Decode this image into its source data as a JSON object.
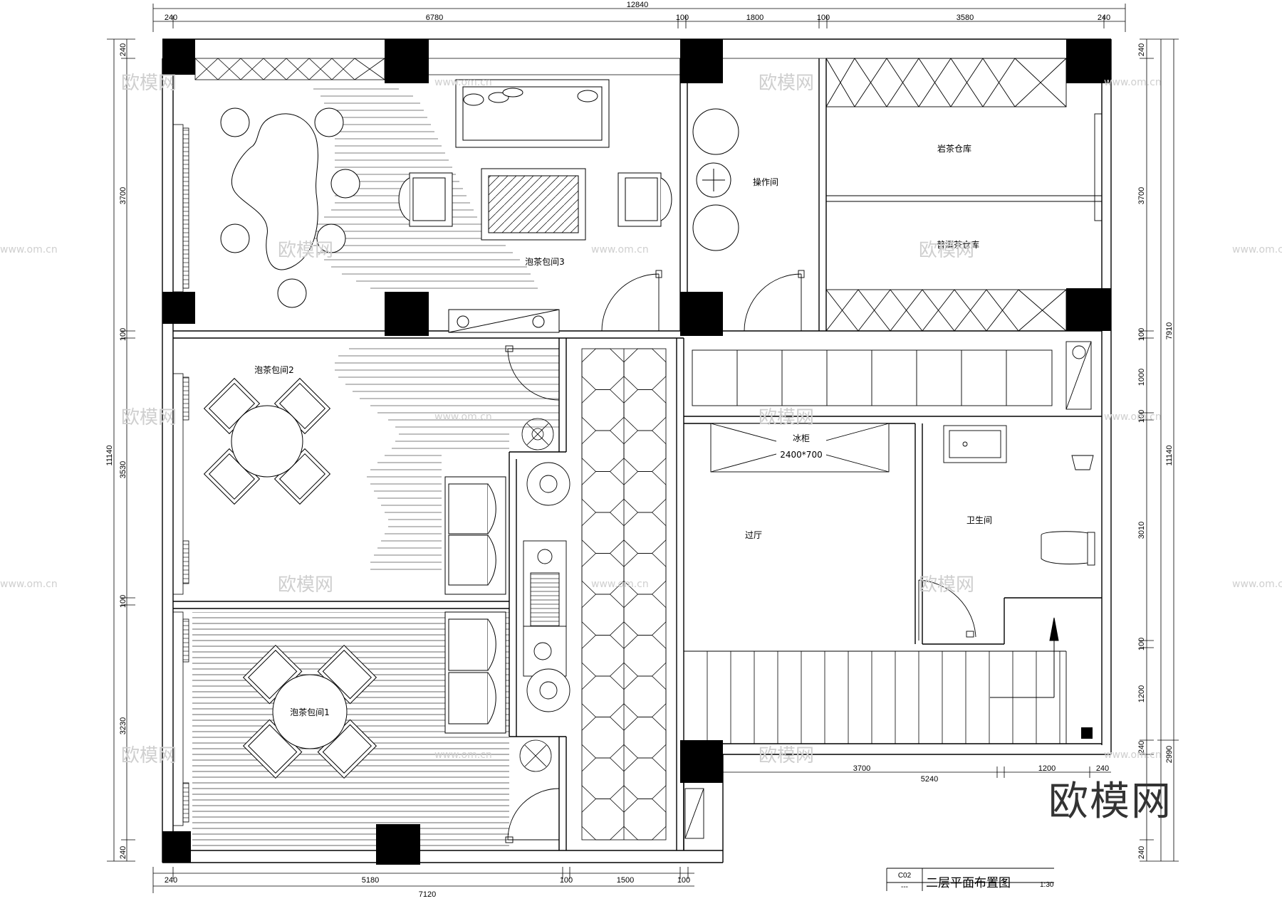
{
  "drawing": {
    "title": "二层平面布置图",
    "code": "C02",
    "code_sub": "---",
    "scale": "1:30"
  },
  "rooms": {
    "tea_room_3": "泡茶包间3",
    "tea_room_2": "泡茶包间2",
    "tea_room_1": "泡茶包间1",
    "operation_room": "操作间",
    "rock_tea_storage": "岩茶仓库",
    "puer_tea_storage": "普洱茶仓库",
    "fridge": "冰柜",
    "fridge_size": "2400*700",
    "hall": "过厅",
    "restroom": "卫生间"
  },
  "dimensions": {
    "top_total": "12840",
    "top": [
      "240",
      "6780",
      "100",
      "1800",
      "100",
      "3580",
      "240"
    ],
    "bottom_total": "7120",
    "bottom": [
      "240",
      "5180",
      "100",
      "1500",
      "100"
    ],
    "mid_bottom": [
      "3700",
      "1200",
      "240"
    ],
    "mid_bottom_total": "5240",
    "left_total": "11140",
    "left": [
      "240",
      "3700",
      "100",
      "3530",
      "100",
      "3230",
      "240"
    ],
    "right_total": "11140",
    "right_upper_total": "7910",
    "right_lower_total": "2990",
    "right": [
      "240",
      "3700",
      "100",
      "1000",
      "100",
      "3010",
      "100",
      "1200",
      "240",
      "240"
    ]
  },
  "watermark": {
    "brand": "欧模网",
    "url": "www.om.cn"
  }
}
